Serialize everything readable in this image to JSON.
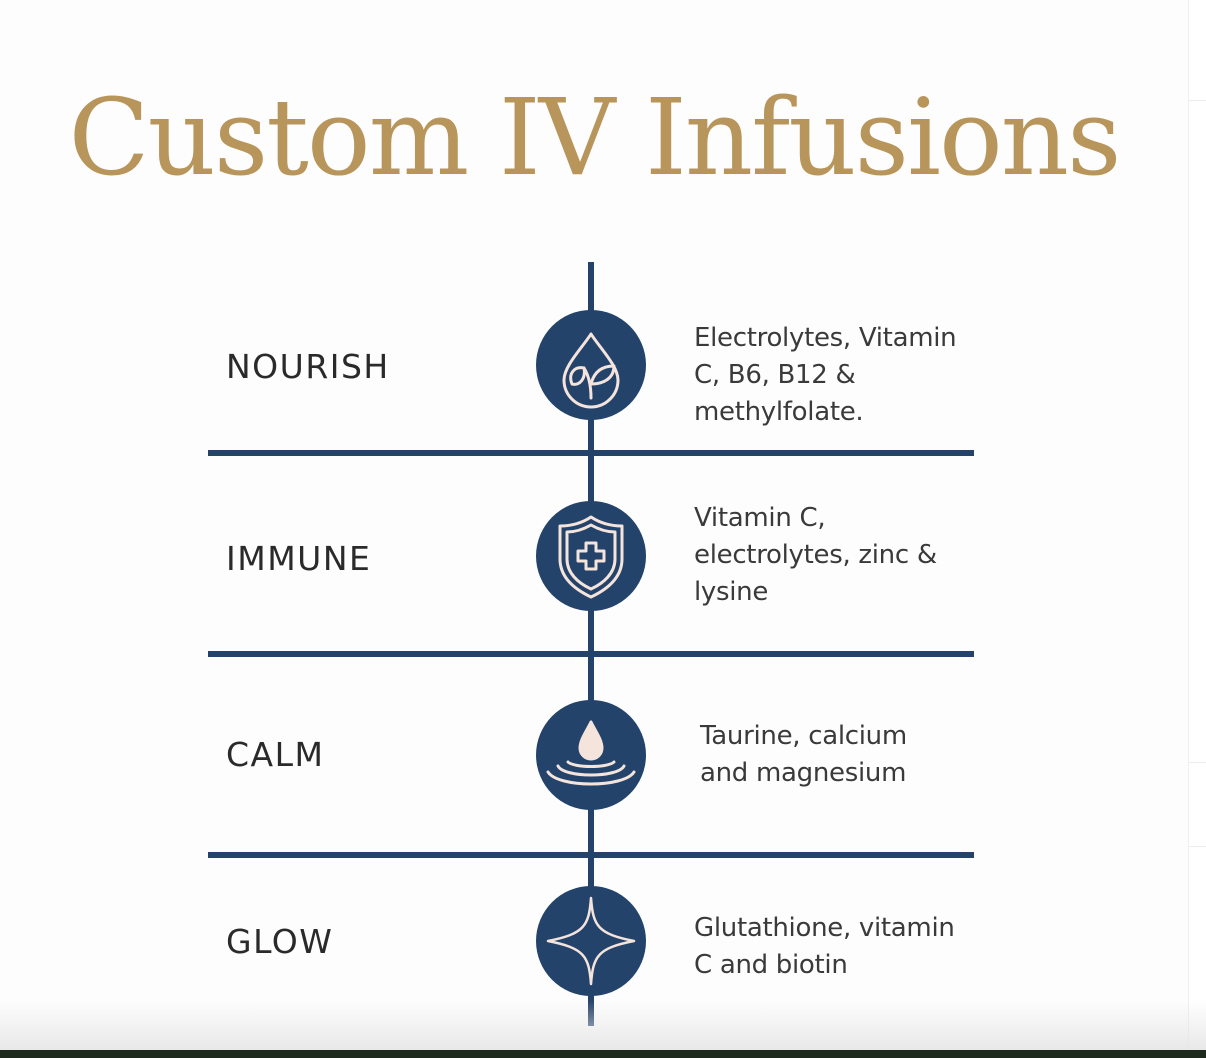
{
  "title": "Custom IV Infusions",
  "colors": {
    "gold": "#b8955a",
    "navy": "#24436b",
    "icon_stroke": "#f4e4dc"
  },
  "items": [
    {
      "name": "NOURISH",
      "icon": "water-drop-leaf-icon",
      "description": "Electrolytes, Vitamin\nC, B6, B12 &\nmethylfolate."
    },
    {
      "name": "IMMUNE",
      "icon": "shield-plus-icon",
      "description": "Vitamin C,\nelectrolytes, zinc &\nlysine"
    },
    {
      "name": "CALM",
      "icon": "water-drop-ripple-icon",
      "description": "Taurine, calcium\nand magnesium"
    },
    {
      "name": "GLOW",
      "icon": "sparkle-star-icon",
      "description": "Glutathione, vitamin\nC and biotin"
    }
  ]
}
